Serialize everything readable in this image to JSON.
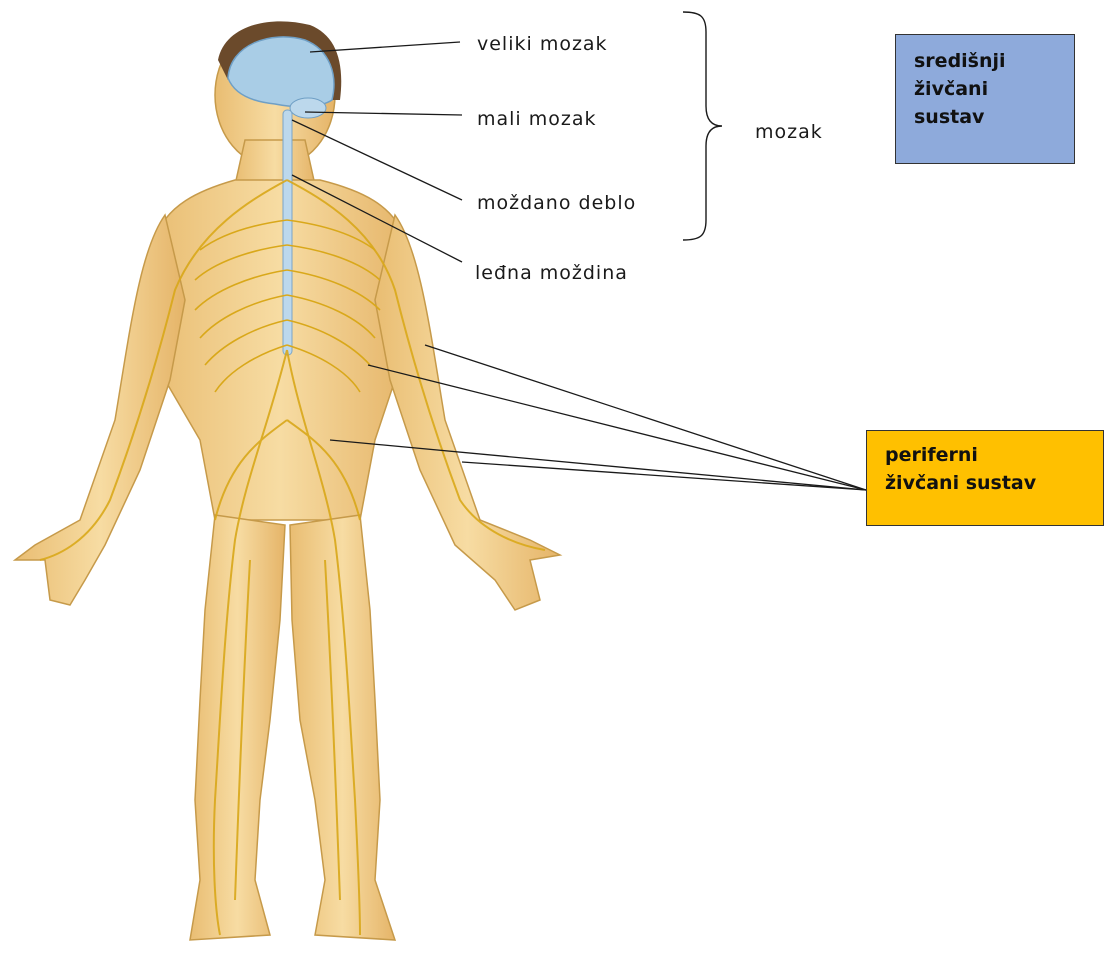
{
  "labels": {
    "veliki_mozak": "veliki mozak",
    "mali_mozak": "mali mozak",
    "mozdano_deblo": "moždano deblo",
    "ledna_mozdina": "leđna moždina",
    "mozak": "mozak"
  },
  "cns_box": {
    "line1": "središnji",
    "line2": "živčani",
    "line3": "sustav",
    "fill_color": "#8eaadb"
  },
  "pns_box": {
    "line1": "periferni",
    "line2": "živčani sustav",
    "fill_color": "#ffc000"
  },
  "colors": {
    "skin": "#f3d08f",
    "nerve": "#e1b21f",
    "brain": "#a9cde6",
    "hair": "#6b4a2b"
  }
}
